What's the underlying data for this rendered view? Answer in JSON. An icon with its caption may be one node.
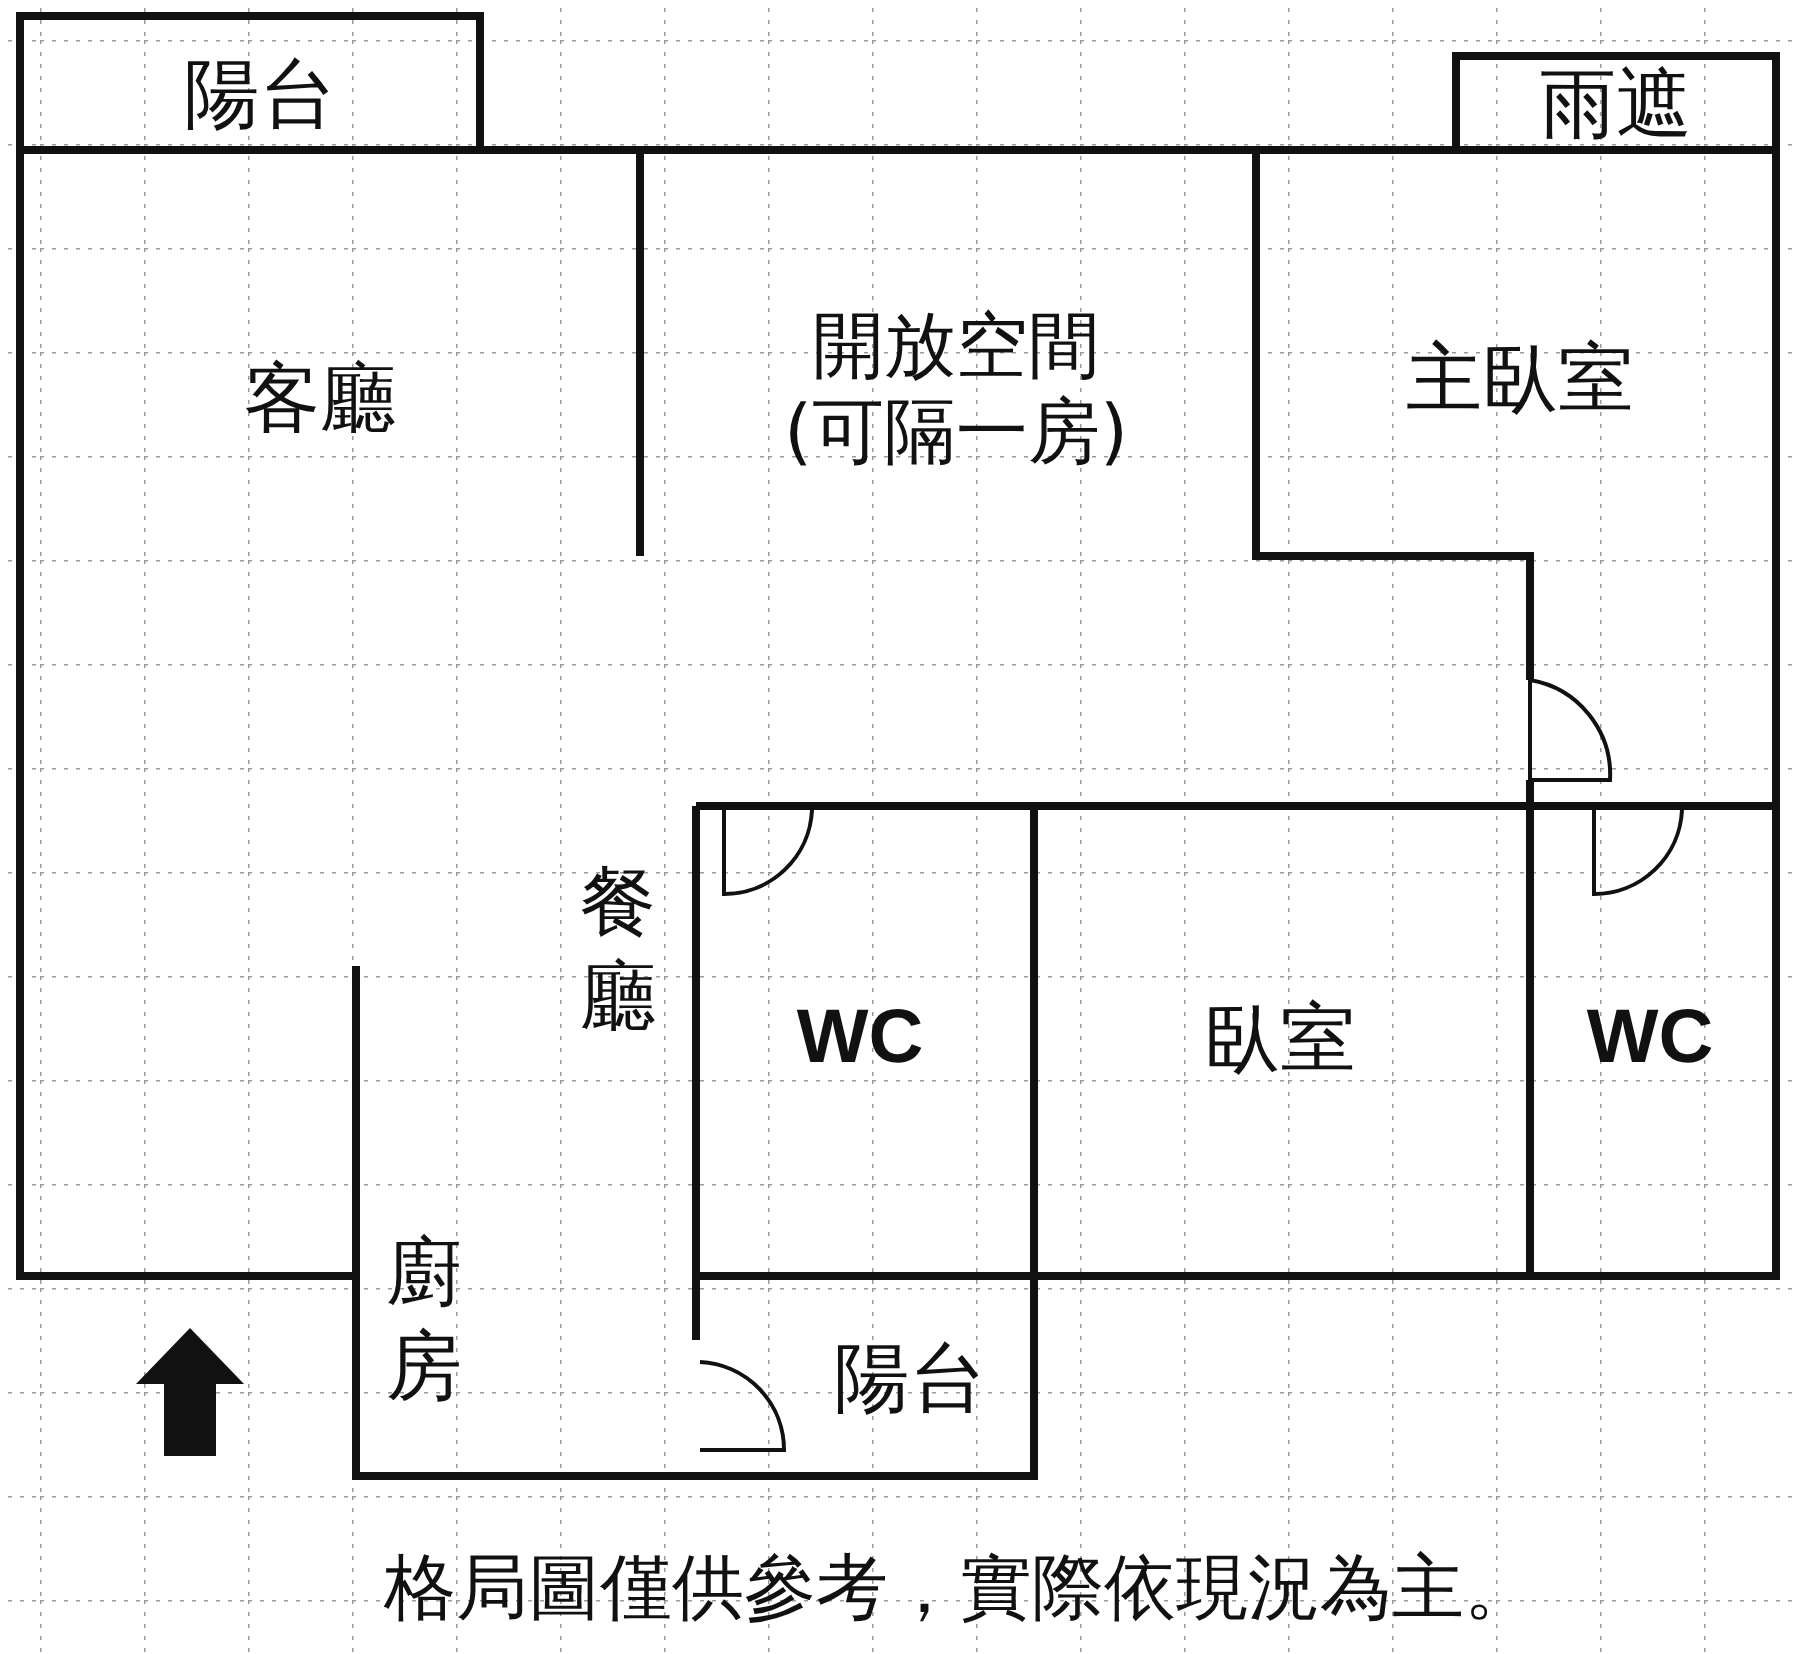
{
  "diagram": {
    "caption": "格局圖僅供參考，實際依現況為主。",
    "nodes": [
      {
        "text": [
          "陽台"
        ]
      },
      {
        "text": [
          "雨遮"
        ]
      },
      {
        "text": [
          "客廳"
        ]
      },
      {
        "text": [
          "開放空間 (可隔一房)"
        ]
      },
      {
        "text": [
          "主臥室"
        ]
      },
      {
        "text": [
          "餐廳"
        ]
      },
      {
        "text": [
          "WC"
        ]
      },
      {
        "text": [
          "臥室"
        ]
      },
      {
        "text": [
          "WC"
        ]
      },
      {
        "text": [
          "廚房"
        ]
      },
      {
        "text": [
          "陽台"
        ]
      }
    ]
  }
}
